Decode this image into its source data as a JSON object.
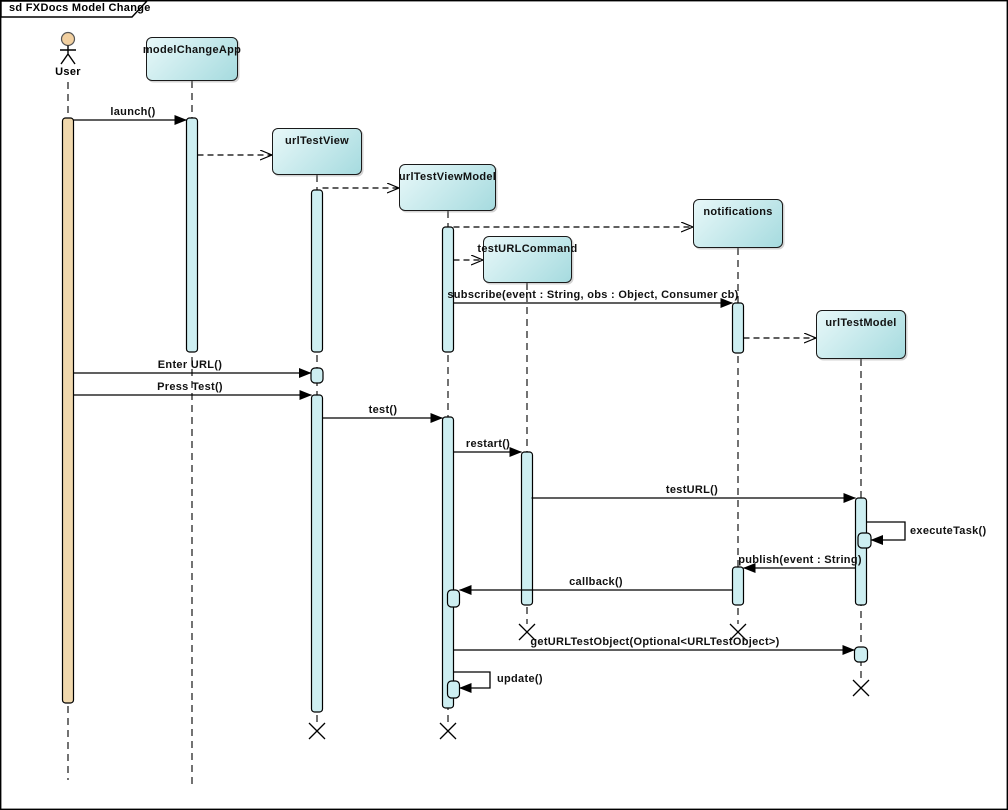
{
  "frame": {
    "title": "sd FXDocs Model Change"
  },
  "actor": {
    "label": "User"
  },
  "lifelines": [
    {
      "label": "modelChangeApp"
    },
    {
      "label": "urlTestView"
    },
    {
      "label": "urlTestViewModel"
    },
    {
      "label": "testURLCommand"
    },
    {
      "label": "notifications"
    },
    {
      "label": "urlTestModel"
    }
  ],
  "messages": {
    "launch": "launch()",
    "subscribe": "subscribe(event : String, obs : Object, Consumer cb)",
    "enter_url": "Enter URL()",
    "press_test": "Press Test()",
    "test": "test()",
    "restart": "restart()",
    "test_url": "testURL()",
    "execute_task": "executeTask()",
    "publish": "publish(event : String)",
    "callback": "callback()",
    "get_url_test_object": "getURLTestObject(Optional<URLTestObject>)",
    "update": "update()"
  },
  "colors": {
    "box_top": "#e8f8f9",
    "box_bottom": "#a6dbdf",
    "activation_fill": "#cdeef1",
    "user_activation_fill": "#f0d8ad",
    "actor_head_fill": "#f2d0a0",
    "line_color": "#000000"
  }
}
